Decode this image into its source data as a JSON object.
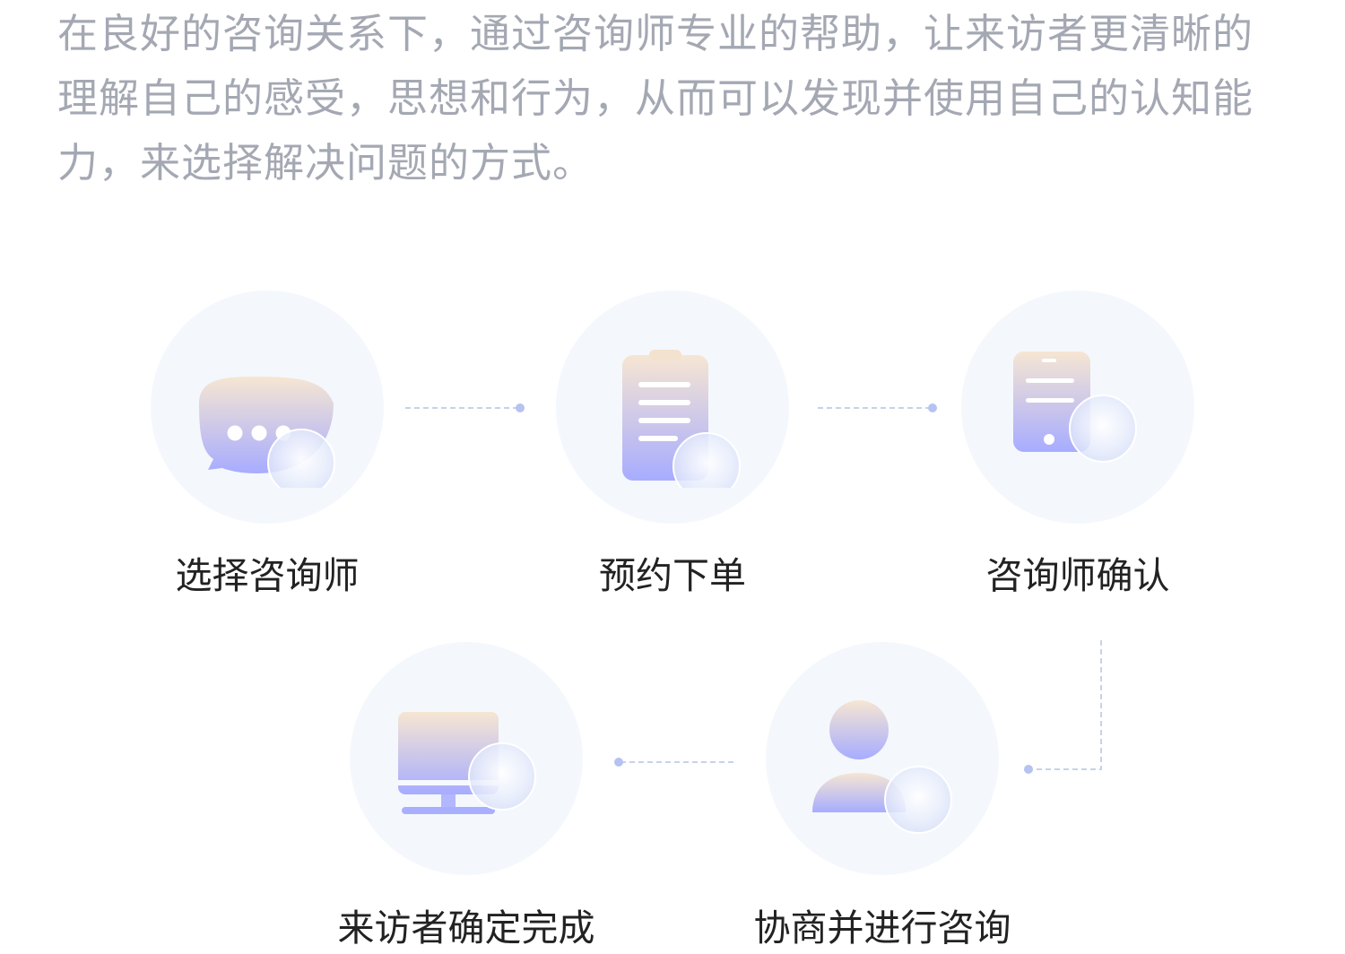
{
  "intro": {
    "text": "在良好的咨询关系下，通过咨询师专业的帮助，让来访者更清晰的理解自己的感受，思想和行为，从而可以发现并使用自己的认知能力，来选择解决问题的方式。"
  },
  "colors": {
    "intro_text": "#a4a8b3",
    "label_text": "#222222",
    "circle_bg": "#f4f8fd",
    "icon_gradient_top": "#f5e4cf",
    "icon_gradient_bottom": "#a9afff",
    "connector": "#c7d2ea"
  },
  "steps": [
    {
      "label": "选择咨询师",
      "icon": "chat-bubble-icon"
    },
    {
      "label": "预约下单",
      "icon": "clipboard-icon"
    },
    {
      "label": "咨询师确认",
      "icon": "smartphone-icon"
    },
    {
      "label": "协商并进行咨询",
      "icon": "user-icon"
    },
    {
      "label": "来访者确定完成",
      "icon": "monitor-icon"
    }
  ]
}
